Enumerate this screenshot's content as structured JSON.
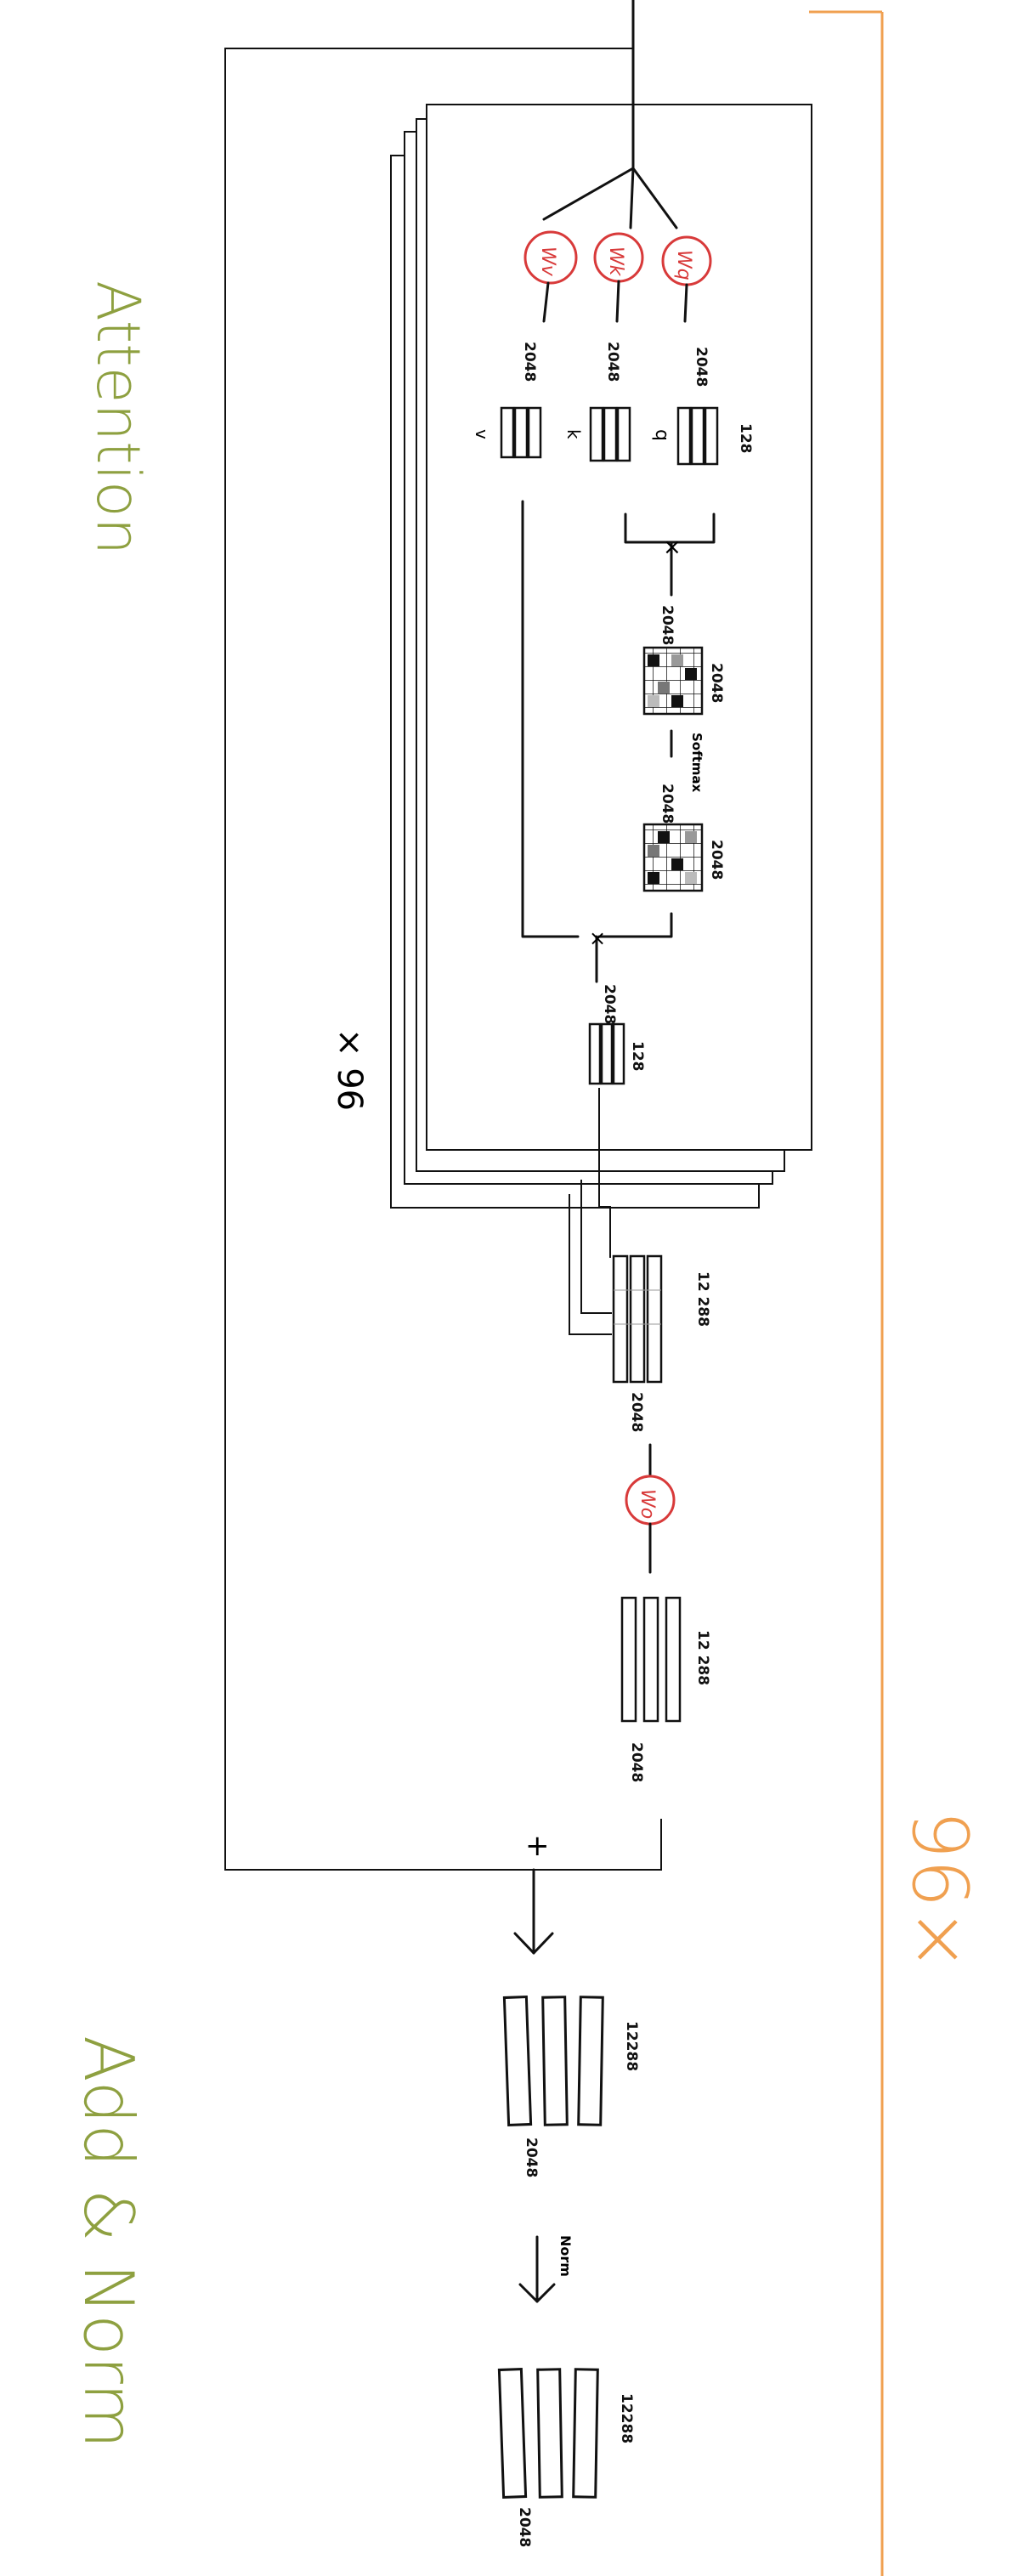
{
  "labels": {
    "attention": "Attention",
    "add_norm": "Add & Norm",
    "outer_repeat": "96×",
    "inner_repeat": "× 96",
    "plus": "+",
    "norm": "Norm",
    "softmax": "Softmax",
    "times_1": "×",
    "times_2": "×"
  },
  "weights": {
    "wv": "Wv",
    "wk": "Wk",
    "wq": "Wq",
    "wo": "Wo"
  },
  "vectors": {
    "v": "v",
    "k": "k",
    "q": "q"
  },
  "dims": {
    "d_2048_v": "2048",
    "d_2048_k": "2048",
    "d_2048_q": "2048",
    "d_128_q": "128",
    "d_2048_m1a": "2048",
    "d_2048_m1b": "2048",
    "d_2048_m2a": "2048",
    "d_2048_m2b": "2048",
    "d_2048_out": "2048",
    "d_128_out": "128",
    "d_12288_concat": "12 288",
    "d_2048_concat": "2048",
    "d_12288_proj": "12 288",
    "d_2048_proj": "2048",
    "d_12288_add": "12288",
    "d_2048_add": "2048",
    "d_12288_norm": "12288",
    "d_2048_norm": "2048"
  },
  "colors": {
    "ink": "#111111",
    "weight": "#d83a3a",
    "section_label": "#8ea040",
    "repeat": "#f0a050"
  }
}
